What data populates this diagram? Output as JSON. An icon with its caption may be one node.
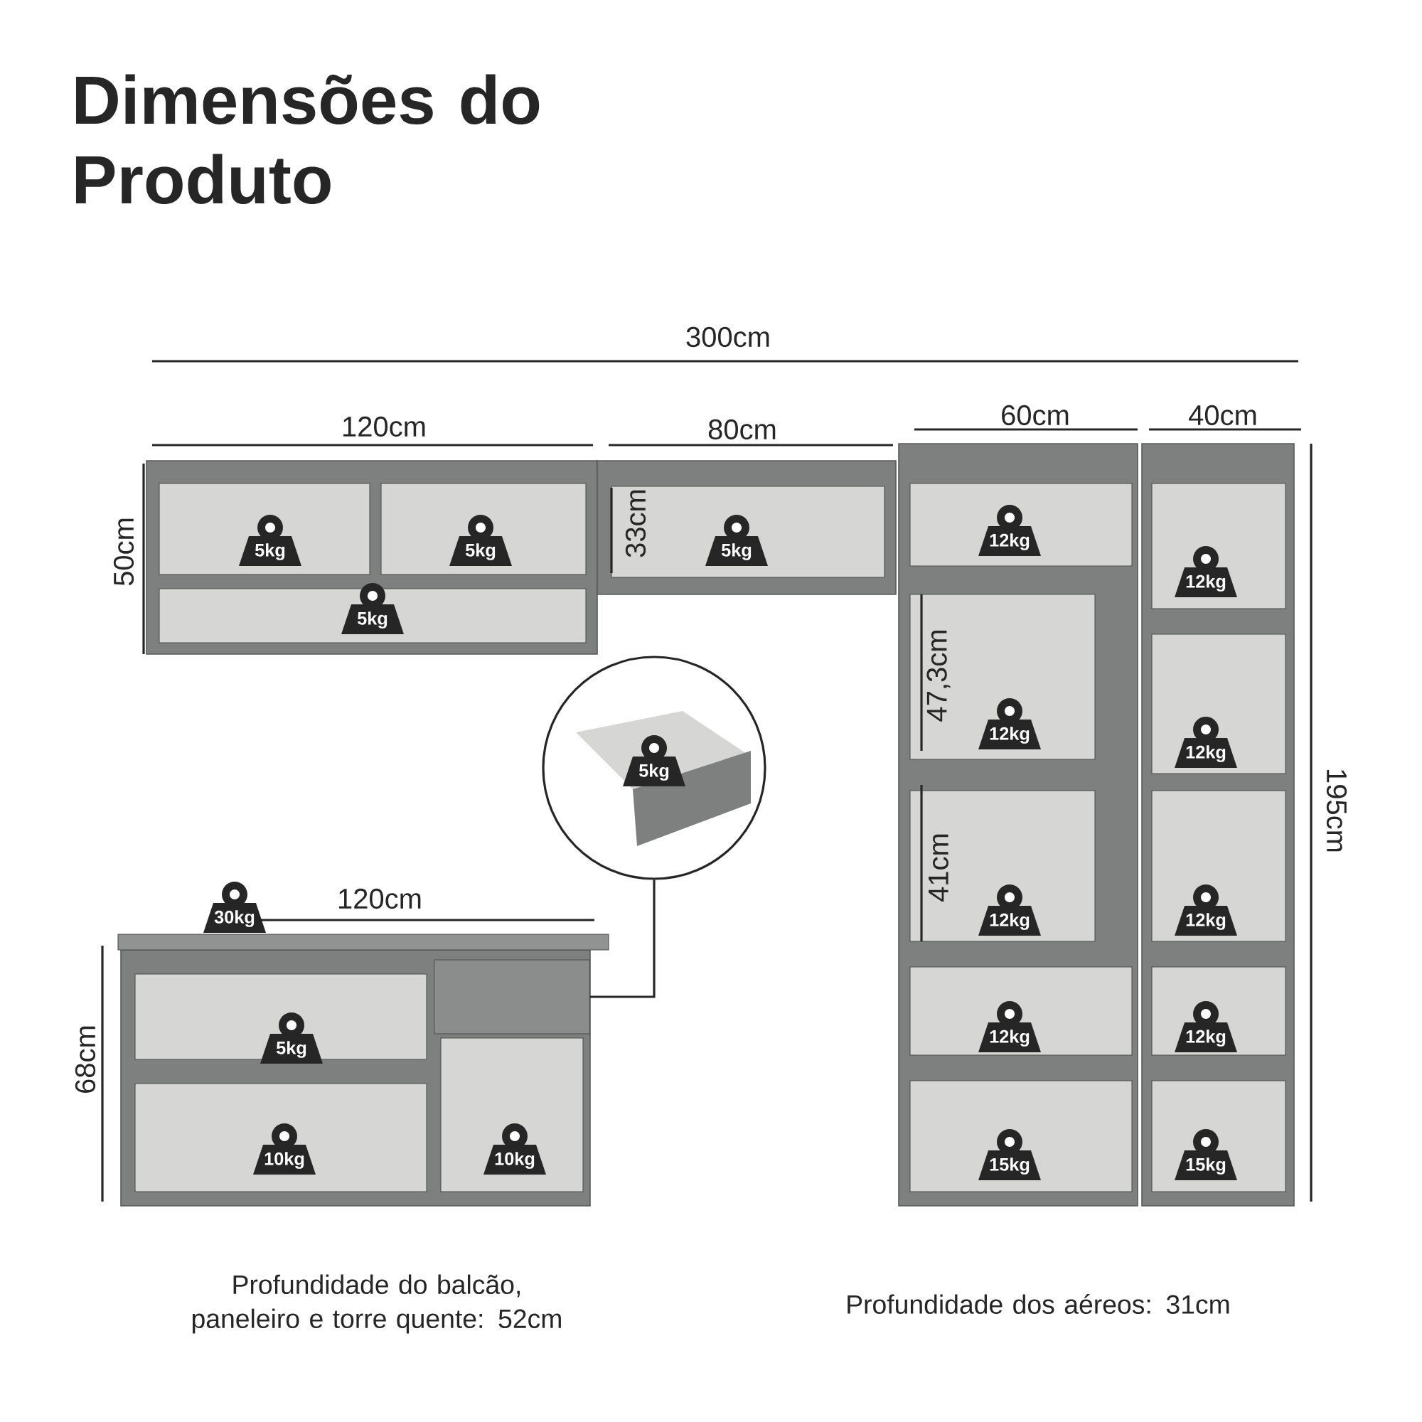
{
  "diagram": {
    "title": "Dimensões do Produto",
    "nodes": [
      {
        "text": [
          "5kg"
        ]
      },
      {
        "text": [],
        "shape": "box"
      }
    ],
    "edges": [
      {
        "from": 0,
        "to": 1,
        "arrow": "none"
      }
    ],
    "labels": [
      "300cm",
      "120cm",
      "80cm",
      "60cm",
      "40cm",
      "50cm",
      "5kg",
      "5kg",
      "33cm",
      "5kg",
      "12kg",
      "12kg",
      "5kg",
      "47,3cm",
      "12kg",
      "12kg",
      "195cm",
      "41cm",
      "30kg",
      "120cm",
      "12kg",
      "12kg",
      "68cm",
      "5kg",
      "12kg",
      "12kg",
      "10kg",
      "10kg",
      "15kg",
      "15kg",
      "Profundidade do balcão, paneleiro e torre quente: 52cm",
      "Profundidade dos aéreos: 31cm"
    ]
  }
}
